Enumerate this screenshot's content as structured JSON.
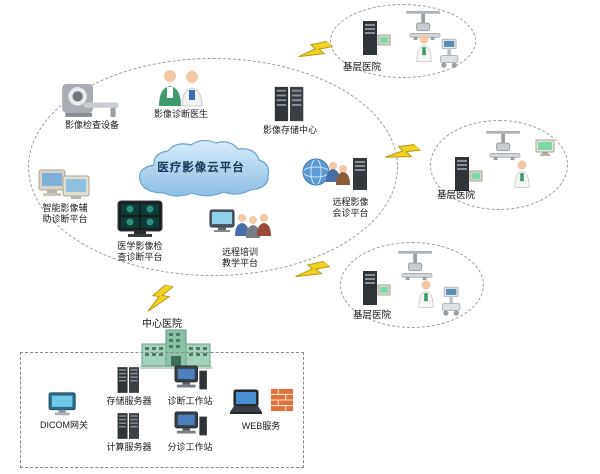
{
  "cloud": {
    "label": "医疗影像云平台"
  },
  "platform_nodes": {
    "imaging_equipment": {
      "label": "影像检查设备",
      "icon": "ct-scanner-icon"
    },
    "diagnosis_doctors": {
      "label": "影像诊断医生",
      "icon": "doctors-icon"
    },
    "storage_center": {
      "label": "影像存储中心",
      "icon": "server-rack-icon"
    },
    "ai_assist": {
      "label": "智能影像辅助诊断平台",
      "icon": "dual-monitors-icon"
    },
    "exam_diagnosis": {
      "label": "医学影像检查诊断平台",
      "icon": "medical-monitor-icon"
    },
    "remote_training": {
      "label": "远程培训教学平台",
      "icon": "training-group-icon"
    },
    "remote_consultation": {
      "label": "远程影像会诊平台",
      "icon": "globe-people-icon"
    }
  },
  "branch_hospitals": [
    {
      "label": "基层医院"
    },
    {
      "label": "基层医院"
    },
    {
      "label": "基层医院"
    }
  ],
  "central_hospital": {
    "label": "中心医院",
    "components": {
      "dicom_gateway": {
        "label": "DICOM网关",
        "icon": "dicom-monitor-icon"
      },
      "storage_server": {
        "label": "存储服务器",
        "icon": "server-rack-icon"
      },
      "compute_server": {
        "label": "计算服务器",
        "icon": "server-rack-icon"
      },
      "diagnosis_workstation": {
        "label": "诊断工作站",
        "icon": "workstation-icon"
      },
      "triage_workstation": {
        "label": "分诊工作站",
        "icon": "workstation-icon"
      },
      "web_service": {
        "label": "WEB服务",
        "icon": "laptop-firewall-icon"
      }
    }
  },
  "icons": {
    "branch_hospital_icons": [
      "xray-machine-icon",
      "server-monitor-icon",
      "doctor-icon",
      "ultrasound-cart-icon"
    ],
    "central_hospital_icon": "hospital-building-icon",
    "connector_icon": "lightning-bolt-icon"
  },
  "colors": {
    "cloud_fill_top": "#d2e7f7",
    "cloud_fill_bottom": "#8cbfe4",
    "cloud_stroke": "#6fa3cf",
    "lightning": "#f2d122",
    "label_text": "#1a1a1a"
  }
}
